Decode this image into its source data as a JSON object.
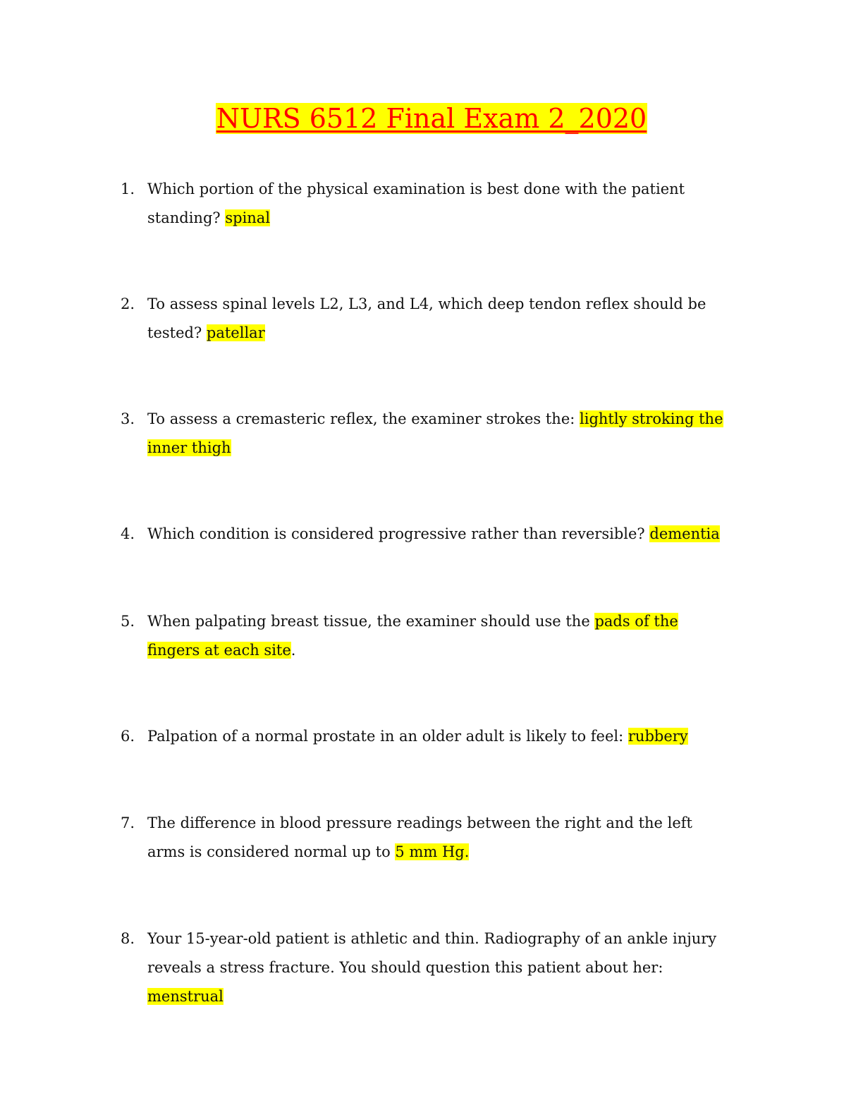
{
  "title": "NURS 6512 Final Exam 2_2020",
  "questions": [
    {
      "number": "1.",
      "text": "Which portion of the physical examination is best done with the patient standing?",
      "answer": "spinal",
      "suffix": ""
    },
    {
      "number": "2.",
      "text": "To assess spinal levels L2, L3, and L4, which deep tendon reflex should be tested?",
      "answer": "patellar",
      "suffix": ""
    },
    {
      "number": "3.",
      "text": "To assess a cremasteric reflex, the examiner strokes the:",
      "answer": "lightly stroking the inner thigh",
      "suffix": ""
    },
    {
      "number": "4.",
      "text": "Which condition is considered progressive rather than reversible?",
      "answer": "dementia",
      "suffix": ""
    },
    {
      "number": "5.",
      "text": "When palpating breast tissue, the examiner should use the",
      "answer": "pads of the fingers at each site",
      "suffix": "."
    },
    {
      "number": "6.",
      "text": "Palpation of a normal prostate in an older adult is likely to feel:",
      "answer": "rubbery",
      "suffix": ""
    },
    {
      "number": "7.",
      "text": "The difference in blood pressure readings between the right and the left arms is considered normal up to",
      "answer": "5 mm Hg.",
      "suffix": ""
    },
    {
      "number": "8.",
      "text": "Your 15-year-old patient is athletic and thin. Radiography of an ankle injury reveals a stress fracture. You should question this patient about her:",
      "answer": "menstrual",
      "suffix": ""
    }
  ],
  "colors": {
    "highlight": "#ffff00",
    "title_text": "#ff0000",
    "body_text": "#111111",
    "page_background": "#ffffff"
  }
}
